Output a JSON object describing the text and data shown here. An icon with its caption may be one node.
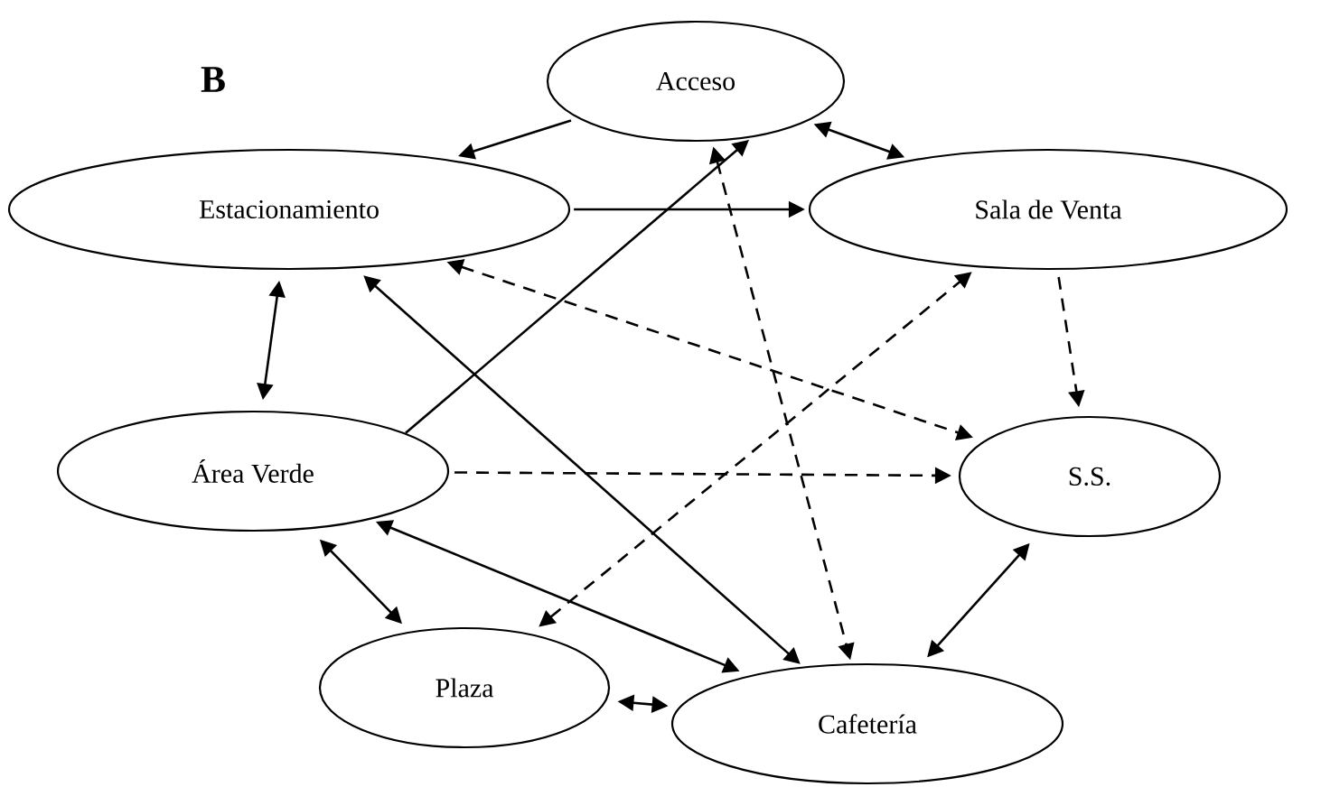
{
  "diagram": {
    "nodes": [
      {
        "text": [
          "Acceso"
        ]
      },
      {
        "text": [
          "Estacionamiento"
        ]
      },
      {
        "text": [
          "Sala de Venta"
        ]
      },
      {
        "text": [
          "Área Verde"
        ]
      },
      {
        "text": [
          "S.S."
        ]
      },
      {
        "text": [
          "Plaza"
        ]
      },
      {
        "text": [
          "Cafetería"
        ]
      }
    ],
    "edges": [
      {
        "from": 0,
        "to": 1,
        "arrow": "to"
      },
      {
        "from": 0,
        "to": 2,
        "arrow": "both"
      },
      {
        "from": 1,
        "to": 2,
        "arrow": "to"
      },
      {
        "from": 1,
        "to": 3,
        "arrow": "both"
      },
      {
        "from": 3,
        "to": 0,
        "arrow": "to"
      },
      {
        "from": 1,
        "to": 6,
        "arrow": "both"
      },
      {
        "from": 1,
        "to": 4,
        "arrow": "both",
        "style": "dashed"
      },
      {
        "from": 0,
        "to": 6,
        "arrow": "both",
        "style": "dashed"
      },
      {
        "from": 5,
        "to": 2,
        "arrow": "both",
        "style": "dashed"
      },
      {
        "from": 3,
        "to": 4,
        "arrow": "to",
        "style": "dashed"
      },
      {
        "from": 2,
        "to": 4,
        "arrow": "to",
        "style": "dashed"
      },
      {
        "from": 3,
        "to": 6,
        "arrow": "both"
      },
      {
        "from": 3,
        "to": 5,
        "arrow": "both"
      },
      {
        "from": 5,
        "to": 6,
        "arrow": "both"
      },
      {
        "from": 4,
        "to": 6,
        "arrow": "both"
      }
    ],
    "labels": [
      "B"
    ]
  }
}
